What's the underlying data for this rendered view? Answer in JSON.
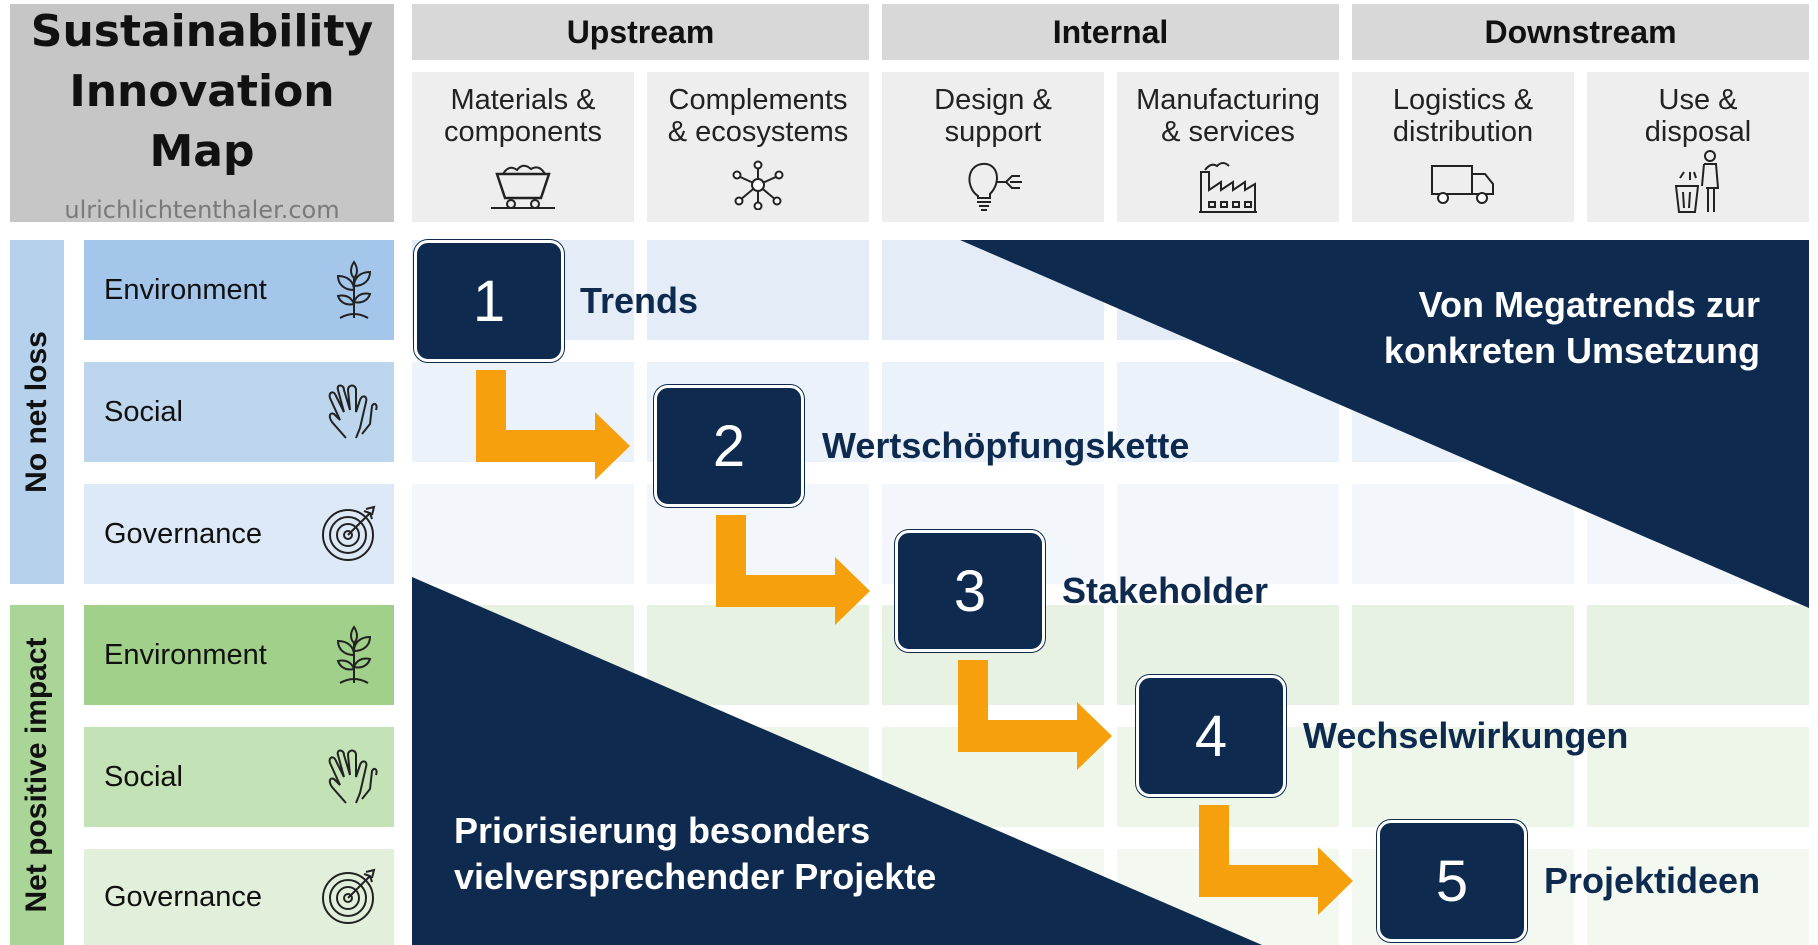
{
  "title": {
    "line1": "Sustainability",
    "line2": "Innovation Map",
    "website": "ulrichlichtenthaler.com"
  },
  "stages": [
    "Upstream",
    "Internal",
    "Downstream"
  ],
  "categories": [
    {
      "l1": "Materials &",
      "l2": "components",
      "icon": "mine-cart-icon"
    },
    {
      "l1": "Complements",
      "l2": "& ecosystems",
      "icon": "network-icon"
    },
    {
      "l1": "Design &",
      "l2": "support",
      "icon": "lightbulb-icon"
    },
    {
      "l1": "Manufacturing",
      "l2": "& services",
      "icon": "factory-icon"
    },
    {
      "l1": "Logistics &",
      "l2": "distribution",
      "icon": "truck-icon"
    },
    {
      "l1": "Use &",
      "l2": "disposal",
      "icon": "recycle-person-icon"
    }
  ],
  "dimensions": [
    "No net loss",
    "Net positive impact"
  ],
  "rows": [
    {
      "label": "Environment",
      "icon": "plant-icon"
    },
    {
      "label": "Social",
      "icon": "hands-icon"
    },
    {
      "label": "Governance",
      "icon": "target-icon"
    },
    {
      "label": "Environment",
      "icon": "plant-icon"
    },
    {
      "label": "Social",
      "icon": "hands-icon"
    },
    {
      "label": "Governance",
      "icon": "target-icon"
    }
  ],
  "steps": [
    {
      "num": "1",
      "label": "Trends"
    },
    {
      "num": "2",
      "label": "Wertschöpfungskette"
    },
    {
      "num": "3",
      "label": "Stakeholder"
    },
    {
      "num": "4",
      "label": "Wechselwirkungen"
    },
    {
      "num": "5",
      "label": "Projektideen"
    }
  ],
  "top_banner": {
    "l1": "Von Megatrends zur",
    "l2": "konkreten Umsetzung"
  },
  "bottom_banner": {
    "l1": "Priorisierung besonders",
    "l2": "vielversprechender Projekte"
  },
  "colors": {
    "navy": "#0e2a4f",
    "orange": "#f5a00c",
    "blue_dim": "#b5d1ec",
    "green_dim": "#a9d596"
  }
}
